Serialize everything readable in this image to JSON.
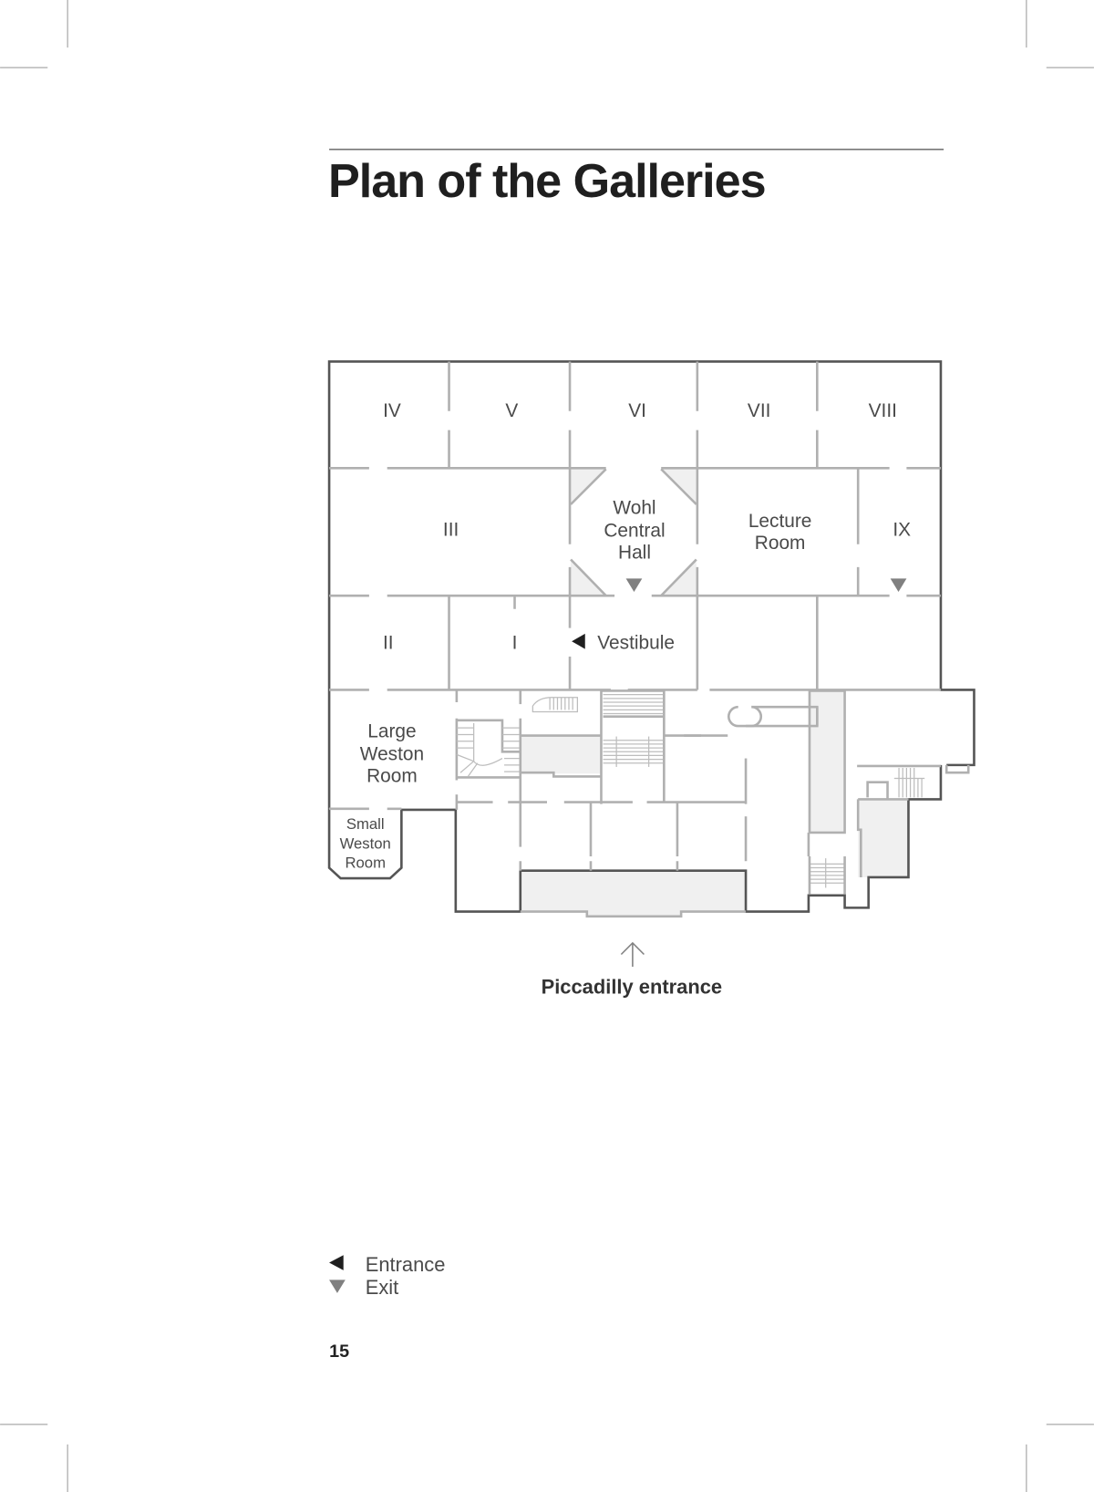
{
  "document": {
    "title": "Plan of the Galleries",
    "page_number": "15"
  },
  "plan": {
    "rooms": {
      "iv": "IV",
      "v": "V",
      "vi": "VI",
      "vii": "VII",
      "viii": "VIII",
      "iii": "III",
      "wohl_line1": "Wohl",
      "wohl_line2": "Central",
      "wohl_line3": "Hall",
      "lecture_line1": "Lecture",
      "lecture_line2": "Room",
      "ix": "IX",
      "ii": "II",
      "i": "I",
      "vestibule": "Vestibule",
      "large_weston_line1": "Large",
      "large_weston_line2": "Weston",
      "large_weston_line3": "Room",
      "small_weston_line1": "Small",
      "small_weston_line2": "Weston",
      "small_weston_line3": "Room"
    },
    "entrance_caption": "Piccadilly entrance",
    "colors": {
      "entrance_marker": "#1f1f1f",
      "exit_marker": "#808080",
      "outer_wall": "#555555",
      "inner_wall": "#b0b0b0",
      "shaded_area": "#f0f0f0"
    }
  },
  "legend": {
    "items": [
      {
        "icon": "entrance-triangle-left",
        "label": "Entrance"
      },
      {
        "icon": "exit-triangle-down",
        "label": "Exit"
      }
    ]
  }
}
